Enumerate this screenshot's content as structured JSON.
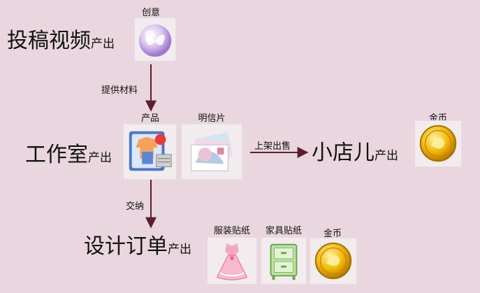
{
  "nodes": {
    "video": {
      "main": "投稿视频",
      "suffix": "产出"
    },
    "studio": {
      "main": "工作室",
      "suffix": "产出"
    },
    "shop": {
      "main": "小店儿",
      "suffix": "产出"
    },
    "order": {
      "main": "设计订单",
      "suffix": "产出"
    }
  },
  "items": {
    "creativity": "创意",
    "product": "产品",
    "postcard": "明信片",
    "coin_shop": "金币",
    "clothing_sticker": "服装贴纸",
    "furniture_sticker": "家具贴纸",
    "coin_order": "金币"
  },
  "edges": {
    "provide": "提供材料",
    "list_for_sale": "上架出售",
    "deliver": "交纳"
  },
  "icons": {
    "creativity": "butterfly-orb-icon",
    "product": "clothing-folder-icon",
    "postcard": "postcard-stack-icon",
    "coin": "gold-coin-icon",
    "clothing_sticker": "pink-dress-icon",
    "furniture_sticker": "green-cabinet-icon"
  },
  "colors": {
    "background": "#e9d6de",
    "arrow": "#5a1f2e",
    "coin": "#f2b705"
  }
}
